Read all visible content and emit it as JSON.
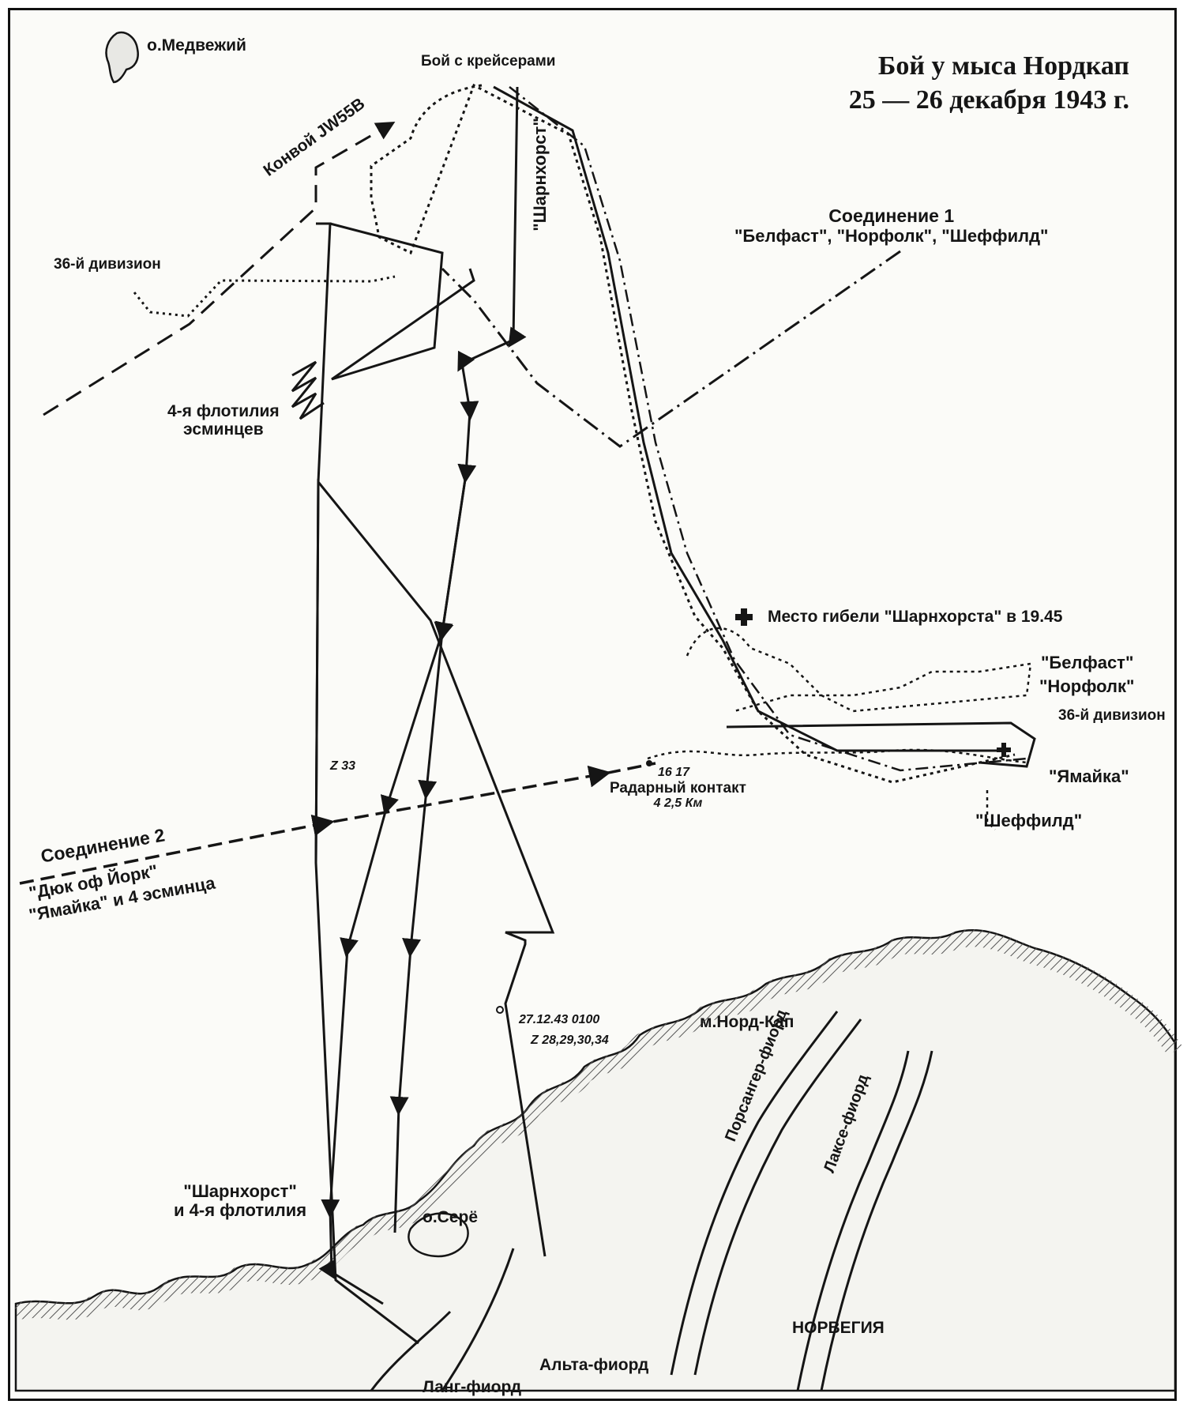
{
  "title": {
    "line1": "Бой у мыса Нордкап",
    "line2": "25 — 26 декабря 1943 г."
  },
  "labels": {
    "bear_island": "о.Медвежий",
    "cruiser_battle": "Бой с крейсерами",
    "convoy": "Конвой JW55B",
    "div36_top": "36-й дивизион",
    "scharnhorst_track": "\"Шарнхорст\"",
    "force1_name": "Соединение 1",
    "force1_ships": "\"Белфаст\", \"Норфолк\", \"Шеффилд\"",
    "flotilla4_line1": "4-я флотилия",
    "flotilla4_line2": "эсминцев",
    "sinking_place": "Место гибели \"Шарнхорста\" в 19.45",
    "belfast": "\"Белфаст\"",
    "norfolk": "\"Норфолк\"",
    "div36_right": "36-й дивизион",
    "jamaica": "\"Ямайка\"",
    "sheffield": "\"Шеффилд\"",
    "z33": "Z 33",
    "time_1617": "16 17",
    "radar_contact": "Радарный контакт",
    "radar_range": "4 2,5 Км",
    "force2_name": "Соединение 2",
    "force2_ships1": "\"Дюк оф Йорк\"",
    "force2_ships2": "\"Ямайка\" и 4 эсминца",
    "date_time": "27.12.43   0100",
    "z_list": "Z  28,29,30,34",
    "north_cape": "м.Норд-Кап",
    "scharnhorst_fl1": "\"Шарнхорст\"",
    "scharnhorst_fl2": "и 4-я флотилия",
    "soroy": "о.Серё",
    "porsanger": "Порсангер-фиорд",
    "laksefjord": "Лаксе-фиорд",
    "norway": "НОРВЕГИЯ",
    "altafjord": "Альта-фиорд",
    "langfjord": "Ланг-фиорд"
  },
  "colors": {
    "ink": "#151515",
    "paper": "#fbfbf8",
    "hatch": "#555555"
  },
  "icons": [
    "sinking-cross-icon",
    "island-icon",
    "destroyer-wedge-icon"
  ]
}
